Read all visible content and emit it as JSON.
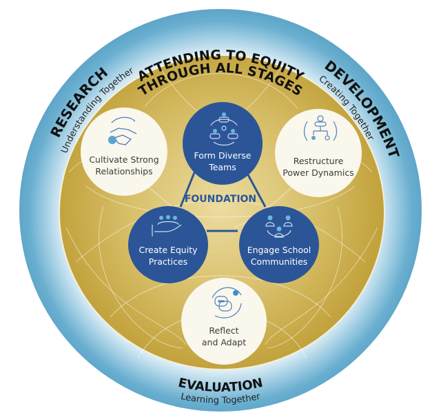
{
  "banner": {
    "line1": "ATTENDING TO EQUITY",
    "line2": "THROUGH ALL STAGES"
  },
  "stages": {
    "research": {
      "title": "RESEARCH",
      "subtitle": "Understanding Together"
    },
    "development": {
      "title": "DEVELOPMENT",
      "subtitle": "Creating Together"
    },
    "evaluation": {
      "title": "EVALUATION",
      "subtitle": "Learning Together"
    }
  },
  "foundation": {
    "label": "FOUNDATION"
  },
  "nodes": {
    "cultivate": {
      "line1": "Cultivate Strong",
      "line2": "Relationships",
      "icon": "handshake-icon"
    },
    "form": {
      "line1": "Form Diverse",
      "line2": "Teams",
      "icon": "team-idea-icon"
    },
    "restructure": {
      "line1": "Restructure",
      "line2": "Power Dynamics",
      "icon": "org-chart-icon"
    },
    "create": {
      "line1": "Create Equity",
      "line2": "Practices",
      "icon": "hand-people-icon"
    },
    "engage": {
      "line1": "Engage School",
      "line2": "Communities",
      "icon": "community-icon"
    },
    "reflect": {
      "line1": "Reflect",
      "line2": "and Adapt",
      "icon": "chat-cycle-icon"
    }
  },
  "colors": {
    "ring": "#6aafd0",
    "gold": "#c7a845",
    "navy": "#2b5597",
    "cream": "#faf7ec"
  }
}
